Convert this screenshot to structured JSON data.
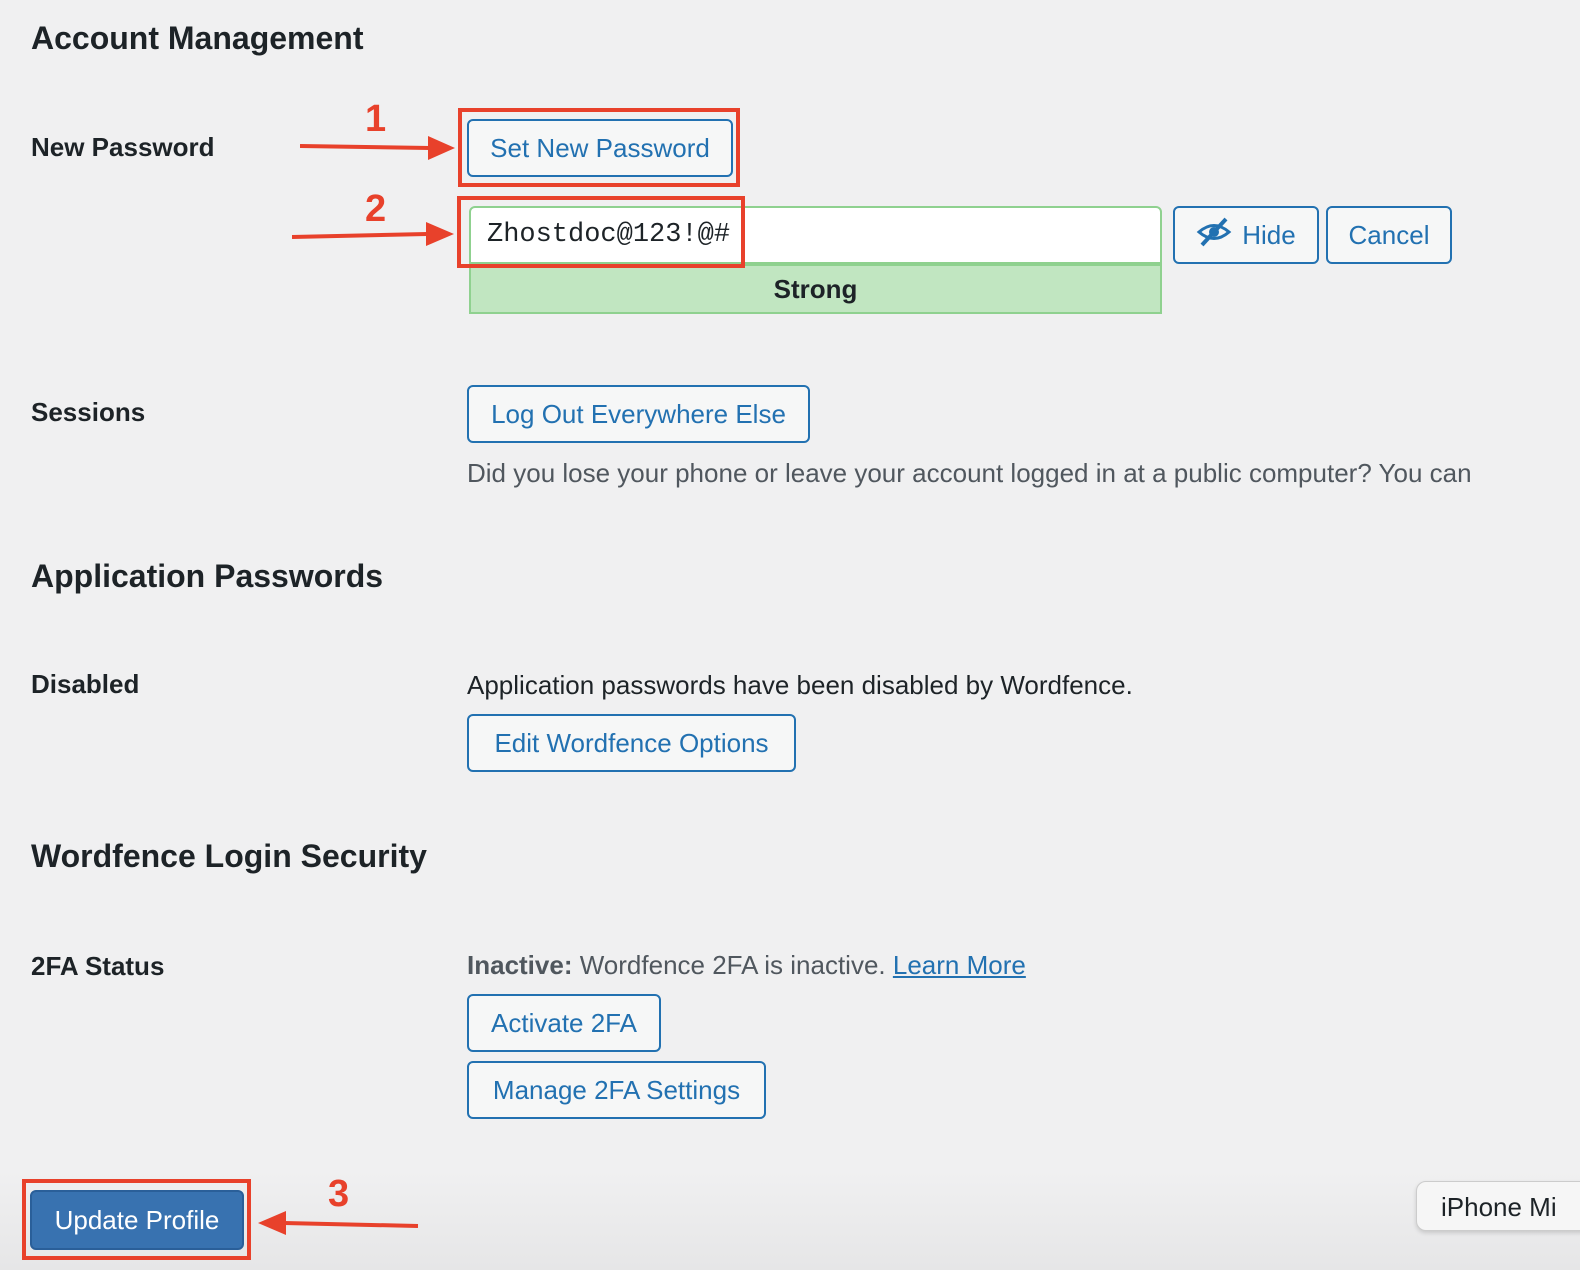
{
  "sections": {
    "account_management": "Account Management",
    "application_passwords": "Application Passwords",
    "login_security": "Wordfence Login Security"
  },
  "new_password": {
    "label": "New Password",
    "set_button": "Set New Password",
    "value": "Zhostdoc@123!@#",
    "hide_button": "Hide",
    "cancel_button": "Cancel",
    "strength": "Strong"
  },
  "sessions": {
    "label": "Sessions",
    "button": "Log Out Everywhere Else",
    "description": "Did you lose your phone or leave your account logged in at a public computer? You can"
  },
  "app_passwords": {
    "label": "Disabled",
    "description": "Application passwords have been disabled by Wordfence.",
    "button": "Edit Wordfence Options"
  },
  "twofa": {
    "label": "2FA Status",
    "status_strong": "Inactive:",
    "status_text": "Wordfence 2FA is inactive.",
    "learn_more": "Learn More",
    "activate_button": "Activate 2FA",
    "manage_button": "Manage 2FA Settings"
  },
  "update_button": "Update Profile",
  "tooltip": "iPhone Mi",
  "annotations": [
    "1",
    "2",
    "3"
  ],
  "colors": {
    "accent": "#2271b1",
    "annotation": "#e8412b",
    "strong_bg": "#c1e6c1"
  }
}
